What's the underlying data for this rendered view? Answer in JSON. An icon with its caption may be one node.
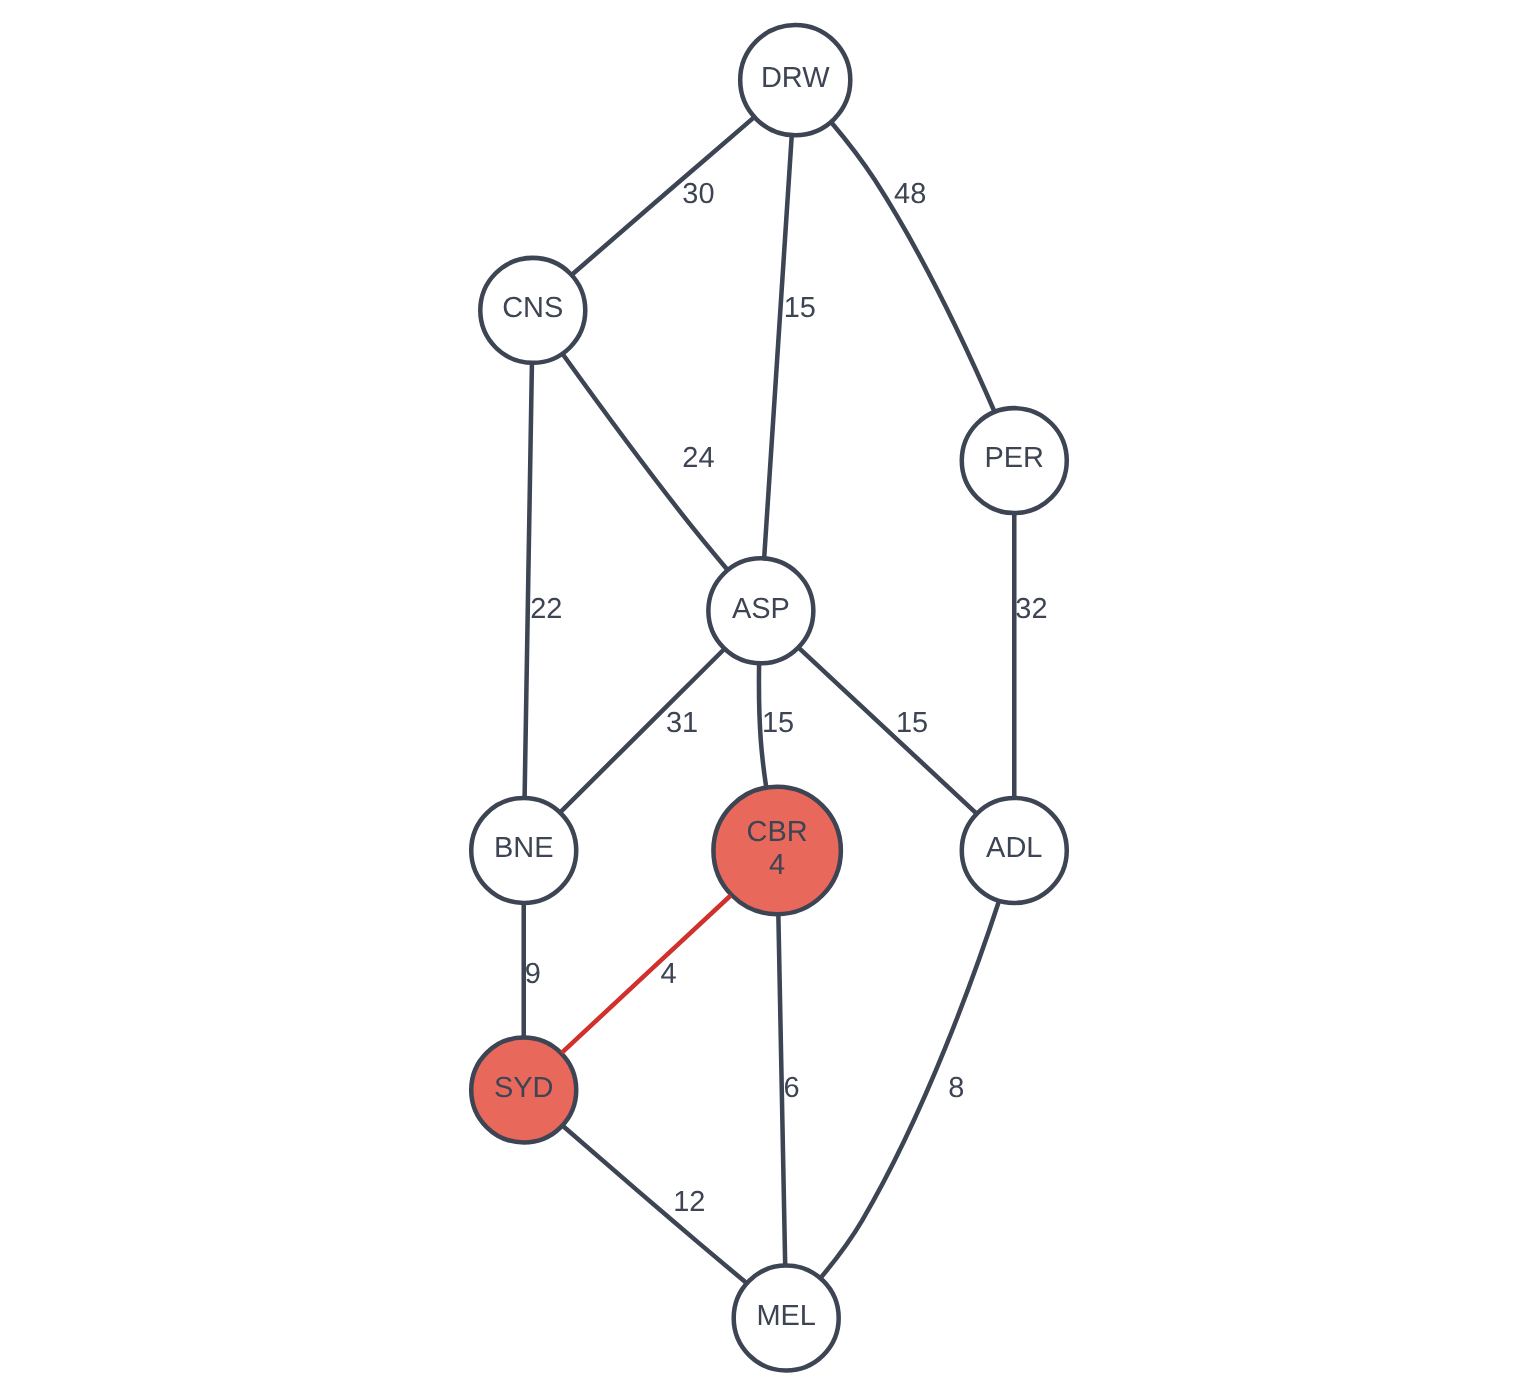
{
  "diagram": {
    "nodes": [
      {
        "text": [
          "DRW"
        ]
      },
      {
        "text": [
          "CNS"
        ]
      },
      {
        "text": [
          "ASP"
        ]
      },
      {
        "text": [
          "BNE"
        ]
      },
      {
        "text": [
          "CBR",
          "4"
        ]
      },
      {
        "text": [
          "SYD"
        ]
      },
      {
        "text": [
          "PER"
        ]
      },
      {
        "text": [
          "ADL"
        ]
      },
      {
        "text": [
          "MEL"
        ]
      }
    ],
    "edges": [
      {
        "from": 0,
        "to": 1,
        "arrow": "none",
        "label": "30"
      },
      {
        "from": 0,
        "to": 2,
        "arrow": "none",
        "label": "15"
      },
      {
        "from": 0,
        "to": 6,
        "arrow": "none",
        "label": "48"
      },
      {
        "from": 1,
        "to": 2,
        "arrow": "none",
        "label": "24"
      },
      {
        "from": 1,
        "to": 3,
        "arrow": "none",
        "label": "22"
      },
      {
        "from": 2,
        "to": 3,
        "arrow": "none",
        "label": "31"
      },
      {
        "from": 2,
        "to": 4,
        "arrow": "none",
        "label": "15"
      },
      {
        "from": 2,
        "to": 7,
        "arrow": "none",
        "label": "15"
      },
      {
        "from": 3,
        "to": 5,
        "arrow": "none",
        "label": "9"
      },
      {
        "from": 4,
        "to": 5,
        "arrow": "none",
        "label": "4",
        "color": "#d0312d"
      },
      {
        "from": 6,
        "to": 7,
        "arrow": "none",
        "label": "32"
      },
      {
        "from": 7,
        "to": 8,
        "arrow": "none",
        "label": "8"
      },
      {
        "from": 4,
        "to": 8,
        "arrow": "none",
        "label": "6"
      },
      {
        "from": 5,
        "to": 8,
        "arrow": "none",
        "label": "12"
      }
    ]
  }
}
